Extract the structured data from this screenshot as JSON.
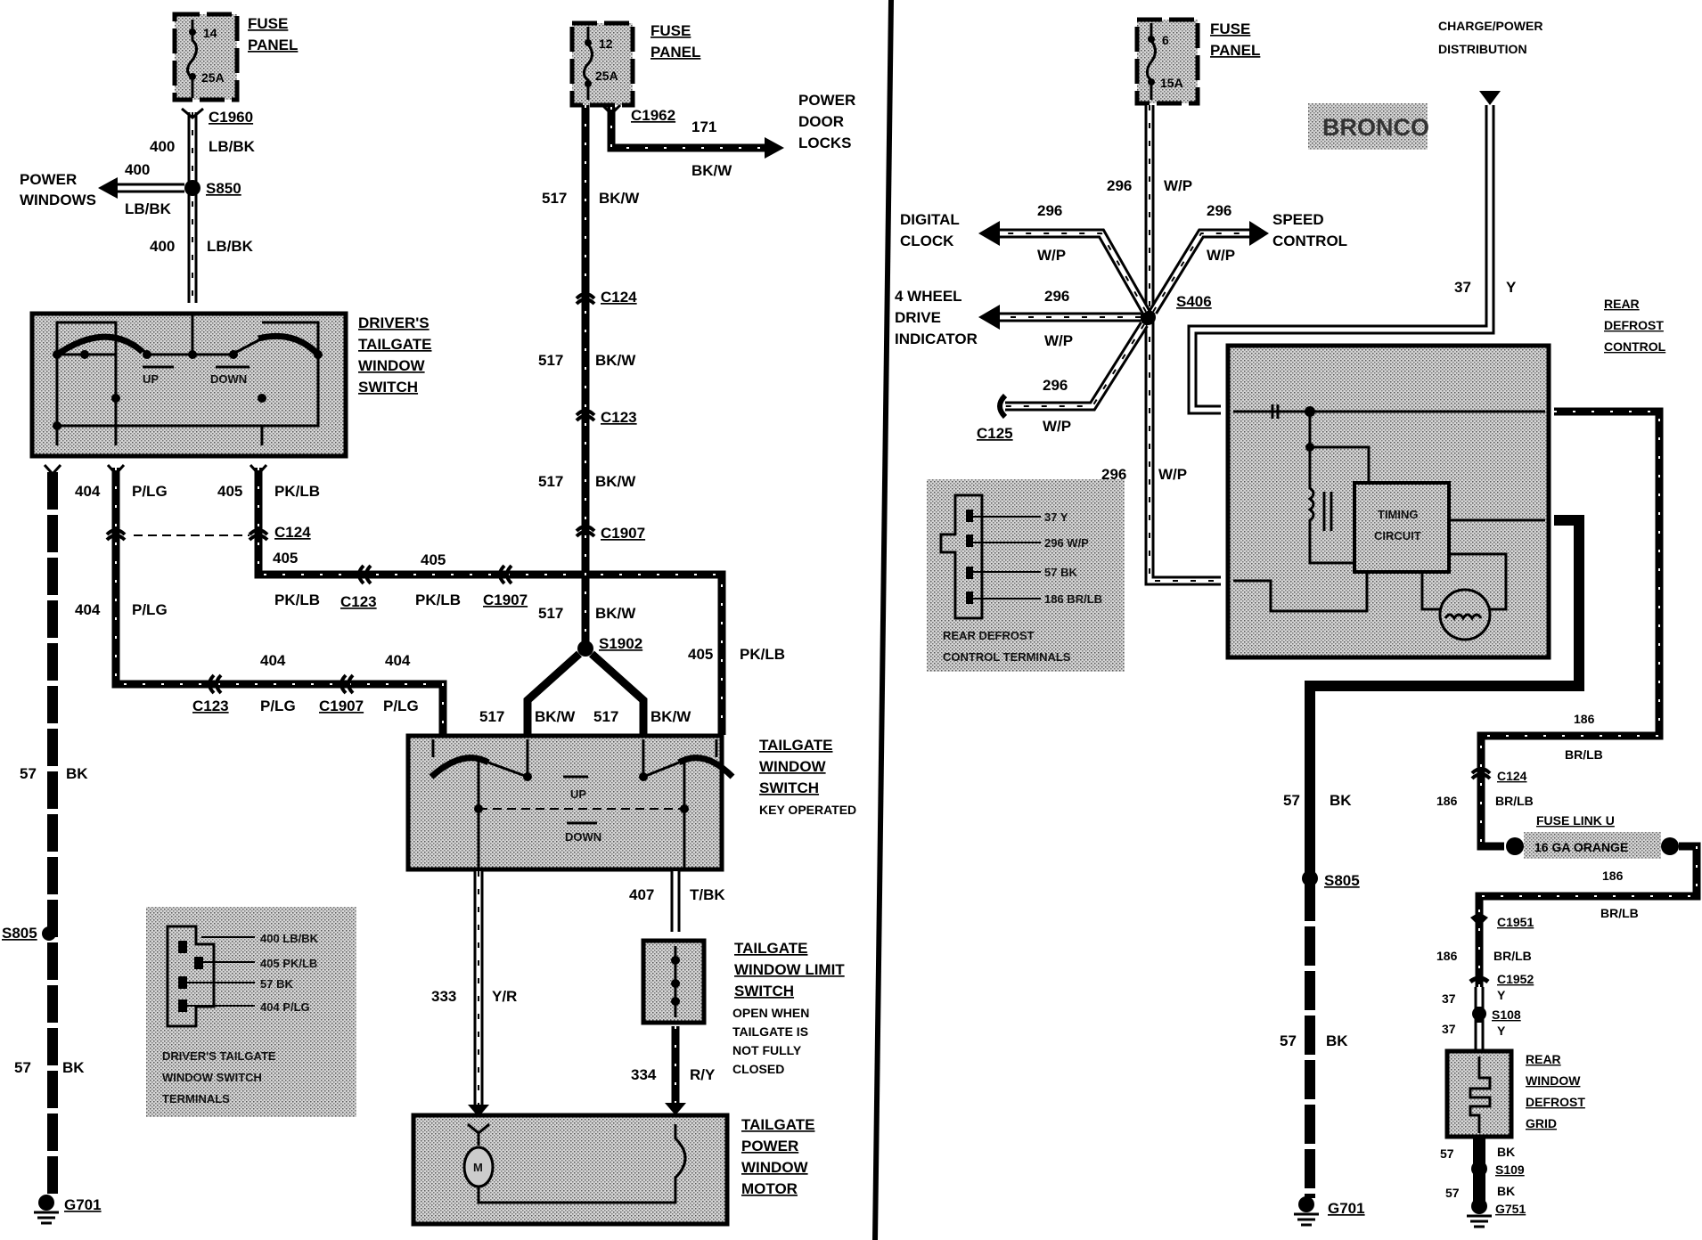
{
  "title": "Bronco Tailgate Power Window & Rear Defrost Wiring",
  "colors": {
    "ink": "#000000",
    "paper": "#ffffff",
    "shade": "#bdbdbd"
  },
  "left": {
    "fuse1": {
      "number": "14",
      "rating": "25A",
      "label1": "FUSE",
      "label2": "PANEL"
    },
    "c1960": "C1960",
    "w400a": {
      "num": "400",
      "color": "LB/BK"
    },
    "power_windows": {
      "line1": "POWER",
      "line2": "WINDOWS",
      "num": "400",
      "color": "LB/BK"
    },
    "s850": "S850",
    "w400b": {
      "num": "400",
      "color": "LB/BK"
    },
    "drivers_switch": {
      "line1": "DRIVER'S",
      "line2": "TAILGATE",
      "line3": "WINDOW",
      "line4": "SWITCH",
      "up": "UP",
      "down": "DOWN"
    },
    "w404a": {
      "num": "404",
      "color": "P/LG"
    },
    "w405a": {
      "num": "405",
      "color": "PK/LB"
    },
    "c124": "C124",
    "w405b": {
      "num": "405",
      "color": "PK/LB"
    },
    "c123a": "C123",
    "w405c": {
      "num": "405",
      "color": "PK/LB"
    },
    "c1907a": "C1907",
    "w404b": {
      "num": "404",
      "color": "P/LG"
    },
    "w404c": {
      "num": "404",
      "color": "P/LG"
    },
    "c123b": "C123",
    "w404d": {
      "num": "404",
      "color": "P/LG"
    },
    "c1907b": "C1907",
    "w57a": {
      "num": "57",
      "color": "BK"
    },
    "s805": "S805",
    "w57b": {
      "num": "57",
      "color": "BK"
    },
    "g701": "G701",
    "terminals": {
      "rows": [
        "400  LB/BK",
        "405 PK/LB",
        "57 BK",
        "404 P/LG"
      ],
      "caption1": "DRIVER'S TAILGATE",
      "caption2": "WINDOW SWITCH",
      "caption3": "TERMINALS"
    }
  },
  "middle": {
    "fuse2": {
      "number": "12",
      "rating": "25A",
      "label1": "FUSE",
      "label2": "PANEL"
    },
    "c1962": "C1962",
    "w171": {
      "num": "171",
      "color": "BK/W"
    },
    "power_door_locks": {
      "line1": "POWER",
      "line2": "DOOR",
      "line3": "LOCKS"
    },
    "w517a": {
      "num": "517",
      "color": "BK/W"
    },
    "c124": "C124",
    "w517b": {
      "num": "517",
      "color": "BK/W"
    },
    "c123": "C123",
    "w517c": {
      "num": "517",
      "color": "BK/W"
    },
    "c1907": "C1907",
    "w517d": {
      "num": "517",
      "color": "BK/W"
    },
    "s1902": "S1902",
    "w405": {
      "num": "405",
      "color": "PK/LB"
    },
    "w517e": {
      "num": "517",
      "color": "BK/W"
    },
    "w517f": {
      "num": "517",
      "color": "BK/W"
    },
    "tailgate_switch": {
      "line1": "TAILGATE",
      "line2": "WINDOW",
      "line3": "SWITCH",
      "note": "KEY OPERATED",
      "up": "UP",
      "down": "DOWN"
    },
    "w407": {
      "num": "407",
      "color": "T/BK"
    },
    "w333": {
      "num": "333",
      "color": "Y/R"
    },
    "limit_switch": {
      "line1": "TAILGATE",
      "line2": "WINDOW LIMIT",
      "line3": "SWITCH",
      "note1": "OPEN WHEN",
      "note2": "TAILGATE IS",
      "note3": "NOT FULLY",
      "note4": "CLOSED"
    },
    "w334": {
      "num": "334",
      "color": "R/Y"
    },
    "motor": {
      "line1": "TAILGATE",
      "line2": "POWER",
      "line3": "WINDOW",
      "line4": "MOTOR",
      "symbol": "M"
    }
  },
  "right": {
    "fuse3": {
      "number": "6",
      "rating": "15A",
      "label1": "FUSE",
      "label2": "PANEL"
    },
    "charge": {
      "line1": "CHARGE/POWER",
      "line2": "DISTRIBUTION"
    },
    "model_badge": "BRONCO",
    "w296_main": {
      "num": "296",
      "color": "W/P"
    },
    "digital_clock": {
      "line1": "DIGITAL",
      "line2": "CLOCK",
      "num": "296",
      "color": "W/P"
    },
    "speed_control": {
      "line1": "SPEED",
      "line2": "CONTROL",
      "num": "296",
      "color": "W/P"
    },
    "four_wd": {
      "line1": "4 WHEEL",
      "line2": "DRIVE",
      "line3": "INDICATOR",
      "num": "296",
      "color": "W/P"
    },
    "s406": "S406",
    "c125": {
      "label": "C125",
      "num": "296",
      "color": "W/P"
    },
    "w296_down": {
      "num": "296",
      "color": "W/P"
    },
    "w37": {
      "num": "37",
      "color": "Y"
    },
    "rear_defrost": {
      "line1": "REAR",
      "line2": "DEFROST",
      "line3": "CONTROL"
    },
    "timing": {
      "line1": "TIMING",
      "line2": "CIRCUIT"
    },
    "defrost_terminals": {
      "rows": [
        "37 Y",
        "296 W/P",
        "57 BK",
        "186 BR/LB"
      ],
      "caption1": "REAR DEFROST",
      "caption2": "CONTROL TERMINALS"
    },
    "w186a": {
      "num": "186",
      "color": "BR/LB"
    },
    "c124": "C124",
    "w186b": {
      "num": "186",
      "color": "BR/LB"
    },
    "fuse_link": {
      "label": "FUSE LINK U",
      "spec": "16 GA ORANGE"
    },
    "w186c": {
      "num": "186",
      "color": "BR/LB"
    },
    "c1951": "C1951",
    "w186d": {
      "num": "186",
      "color": "BR/LB"
    },
    "c1952": "C1952",
    "w37b": {
      "num": "37",
      "color": "Y"
    },
    "s108": "S108",
    "w37c": {
      "num": "37",
      "color": "Y"
    },
    "grid": {
      "line1": "REAR",
      "line2": "WINDOW",
      "line3": "DEFROST",
      "line4": "GRID"
    },
    "w57c": {
      "num": "57",
      "color": "BK"
    },
    "s109": "S109",
    "w57d": {
      "num": "57",
      "color": "BK"
    },
    "g751": "G751",
    "w57a": {
      "num": "57",
      "color": "BK"
    },
    "s805": "S805",
    "w57b": {
      "num": "57",
      "color": "BK"
    },
    "g701": "G701"
  }
}
